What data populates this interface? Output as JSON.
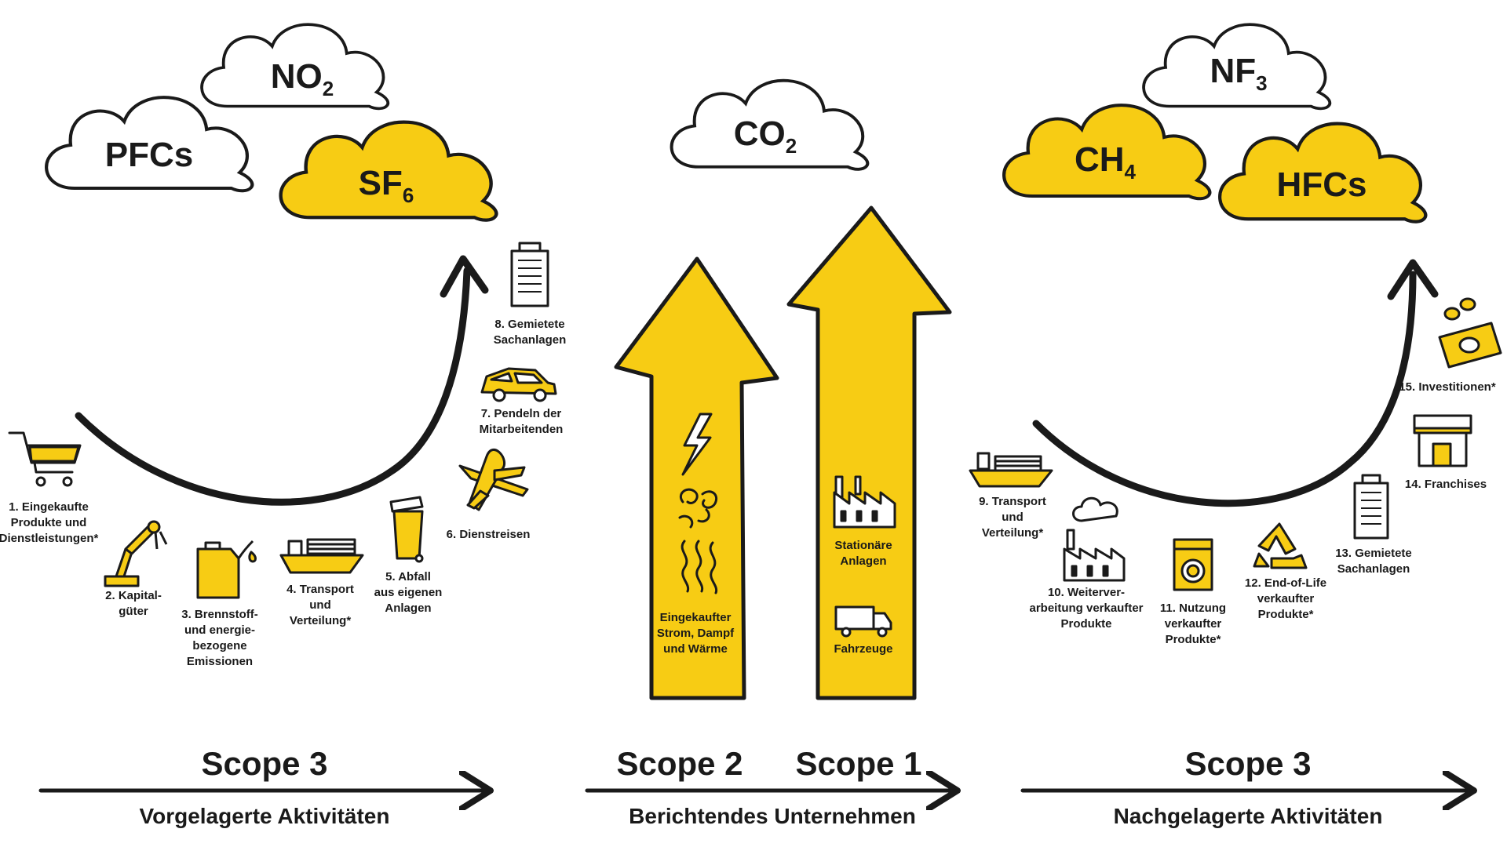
{
  "colors": {
    "yellow": "#f7cc14",
    "ink": "#1a1a1a",
    "white": "#ffffff"
  },
  "gases": [
    {
      "id": "pfc",
      "main": "PFCs",
      "sub": "",
      "fill": "white"
    },
    {
      "id": "no2",
      "main": "NO",
      "sub": "2",
      "fill": "white"
    },
    {
      "id": "sf6",
      "main": "SF",
      "sub": "6",
      "fill": "yellow"
    },
    {
      "id": "co2",
      "main": "CO",
      "sub": "2",
      "fill": "white"
    },
    {
      "id": "nf3",
      "main": "NF",
      "sub": "3",
      "fill": "white"
    },
    {
      "id": "ch4",
      "main": "CH",
      "sub": "4",
      "fill": "yellow"
    },
    {
      "id": "hfc",
      "main": "HFCs",
      "sub": "",
      "fill": "yellow"
    }
  ],
  "upstream": {
    "scope": "Scope 3",
    "section": "Vorgelagerte Aktivitäten",
    "items": [
      {
        "label": "1. Eingekaufte\nProdukte und\nDienstleistungen*",
        "icon": "shopping-cart-icon"
      },
      {
        "label": "2. Kapital-\ngüter",
        "icon": "robot-arm-icon"
      },
      {
        "label": "3. Brennstoff-\nund energie-\nbezogene\nEmissionen",
        "icon": "fuel-canister-icon"
      },
      {
        "label": "4. Transport\nund\nVerteilung*",
        "icon": "cargo-ship-icon"
      },
      {
        "label": "5. Abfall\naus eigenen\nAnlagen",
        "icon": "waste-bin-icon"
      },
      {
        "label": "6. Dienstreisen",
        "icon": "airplane-icon"
      },
      {
        "label": "7. Pendeln der\nMitarbeitenden",
        "icon": "car-icon"
      },
      {
        "label": "8. Gemietete\nSachanlagen",
        "icon": "office-building-icon"
      }
    ]
  },
  "reporting": {
    "section": "Berichtendes Unternehmen",
    "scope2": {
      "scope": "Scope 2",
      "label": "Eingekaufter\nStrom, Dampf\nund Wärme",
      "icons": [
        "lightning-icon",
        "steam-icon",
        "heat-waves-icon"
      ]
    },
    "scope1": {
      "scope": "Scope 1",
      "labels": [
        "Stationäre\nAnlagen",
        "Fahrzeuge"
      ],
      "icons": [
        "factory-icon",
        "truck-icon"
      ]
    }
  },
  "downstream": {
    "scope": "Scope 3",
    "section": "Nachgelagerte Aktivitäten",
    "items": [
      {
        "label": "9. Transport\nund\nVerteilung*",
        "icon": "cargo-ship-icon"
      },
      {
        "label": "10. Weiterver-\narbeitung verkaufter\nProdukte",
        "icon": "smoking-factory-icon"
      },
      {
        "label": "11. Nutzung\nverkaufter\nProdukte*",
        "icon": "washing-machine-icon"
      },
      {
        "label": "12. End-of-Life\nverkaufter\nProdukte*",
        "icon": "recycle-icon"
      },
      {
        "label": "13. Gemietete\nSachanlagen",
        "icon": "office-building-icon"
      },
      {
        "label": "14. Franchises",
        "icon": "storefront-icon"
      },
      {
        "label": "15. Investitionen*",
        "icon": "money-icon"
      }
    ]
  }
}
